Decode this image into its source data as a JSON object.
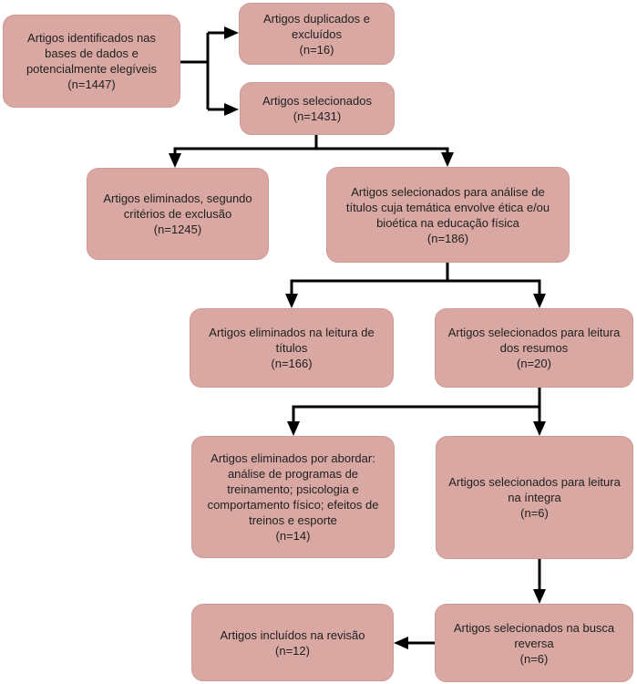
{
  "diagram": {
    "type": "flowchart",
    "language": "pt",
    "colors": {
      "box_fill": "#d9a8a3",
      "box_edge": "#cf9a95",
      "text": "#1f1f1f",
      "arrow": "#000000",
      "background": "#ffffff"
    },
    "nodes": [
      {
        "id": "identified",
        "label": "Artigos identificados nas bases de dados e potencialmente elegíveis",
        "count": "(n=1447)"
      },
      {
        "id": "duplicates-excluded",
        "label": "Artigos duplicados e excluídos",
        "count": "(n=16)"
      },
      {
        "id": "selected",
        "label": "Artigos selecionados",
        "count": "(n=1431)"
      },
      {
        "id": "eliminated-criteria",
        "label": "Artigos eliminados, segundo critérios de exclusão",
        "count": "(n=1245)"
      },
      {
        "id": "selected-title-analysis",
        "label": "Artigos selecionados para análise de títulos cuja temática envolve ética e/ou bioética na educação física",
        "count": "(n=186)"
      },
      {
        "id": "eliminated-title-reading",
        "label": "Artigos eliminados na leitura de títulos",
        "count": "(n=166)"
      },
      {
        "id": "selected-abstract-reading",
        "label": "Artigos selecionados para leitura dos resumos",
        "count": "(n=20)"
      },
      {
        "id": "eliminated-topics",
        "label": "Artigos eliminados por abordar: análise de programas de treinamento; psicologia e comportamento físico; efeitos de treinos e esporte",
        "count": "(n=14)"
      },
      {
        "id": "selected-full-reading",
        "label": "Artigos selecionados para leitura na íntegra",
        "count": "(n=6)"
      },
      {
        "id": "included-review",
        "label": "Artigos incluídos na revisão",
        "count": "(n=12)"
      },
      {
        "id": "selected-reverse-search",
        "label": "Artigos selecionados na busca reversa",
        "count": "(n=6)"
      }
    ],
    "edges": [
      {
        "from": "identified",
        "to": "duplicates-excluded"
      },
      {
        "from": "identified",
        "to": "selected"
      },
      {
        "from": "selected",
        "to": "eliminated-criteria"
      },
      {
        "from": "selected",
        "to": "selected-title-analysis"
      },
      {
        "from": "selected-title-analysis",
        "to": "eliminated-title-reading"
      },
      {
        "from": "selected-title-analysis",
        "to": "selected-abstract-reading"
      },
      {
        "from": "selected-abstract-reading",
        "to": "eliminated-topics"
      },
      {
        "from": "selected-abstract-reading",
        "to": "selected-full-reading"
      },
      {
        "from": "selected-full-reading",
        "to": "selected-reverse-search"
      },
      {
        "from": "selected-reverse-search",
        "to": "included-review"
      }
    ]
  }
}
